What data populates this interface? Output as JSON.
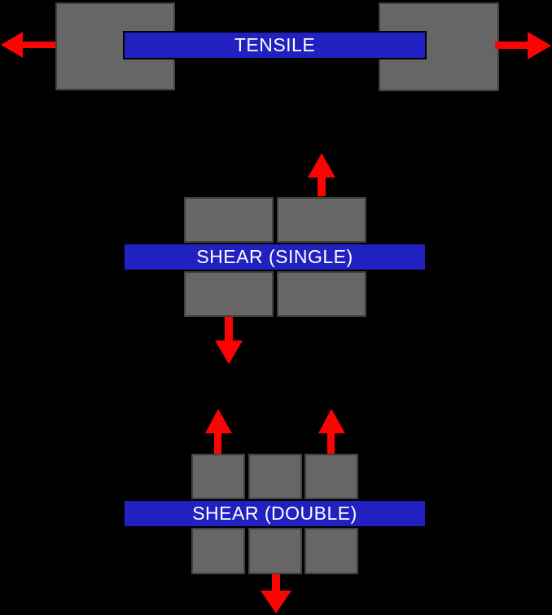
{
  "colors": {
    "background": "#000000",
    "plate_gray": "#666666",
    "plate_border": "#414141",
    "bar_blue": "#2121c1",
    "bar_border": "#000000",
    "arrow_red": "#fb0404",
    "label_text": "#ffffff"
  },
  "sections": [
    {
      "id": "tensile",
      "label": "TENSILE",
      "plates": 2,
      "arrows": [
        "left",
        "right"
      ]
    },
    {
      "id": "shear-single",
      "label": "SHEAR (SINGLE)",
      "plates": 4,
      "arrows": [
        "up",
        "down"
      ]
    },
    {
      "id": "shear-double",
      "label": "SHEAR (DOUBLE)",
      "plates": 6,
      "arrows": [
        "up",
        "up",
        "down"
      ]
    }
  ]
}
